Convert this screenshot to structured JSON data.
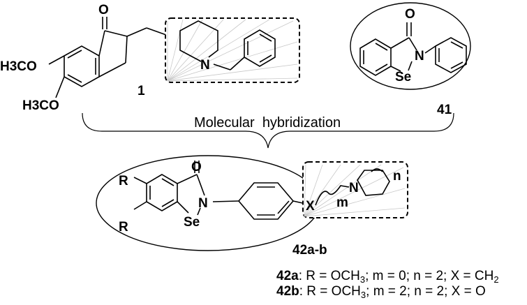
{
  "compounds": {
    "donepezil": {
      "number": "1",
      "substituent_top": "H3CO",
      "substituent_bottom": "H3CO",
      "carbonyl": "O",
      "nitrogen": "N"
    },
    "ebselen": {
      "number": "41",
      "carbonyl": "O",
      "nitrogen": "N",
      "selenium": "Se"
    },
    "hybrid": {
      "number": "42a-b",
      "r_top": "R",
      "r_bottom": "R",
      "carbonyl": "O",
      "nitrogen": "N",
      "selenium": "Se",
      "linker_x": "X",
      "index_m": "m",
      "amine_n": "N",
      "index_n": "n"
    }
  },
  "arrow_label": "Molecular  hybridization",
  "legend": [
    {
      "id": "42a",
      "text": ": R = OCH",
      "sub1": "3",
      "rest": "; m = 0; n = 2; X = CH",
      "sub2": "2"
    },
    {
      "id": "42b",
      "text": ": R = OCH",
      "sub1": "3",
      "rest": "; m = 2; n = 2; X = O",
      "sub2": ""
    }
  ],
  "colors": {
    "ink": "#000000",
    "hatch": "#c8c8c8",
    "background": "#ffffff"
  }
}
